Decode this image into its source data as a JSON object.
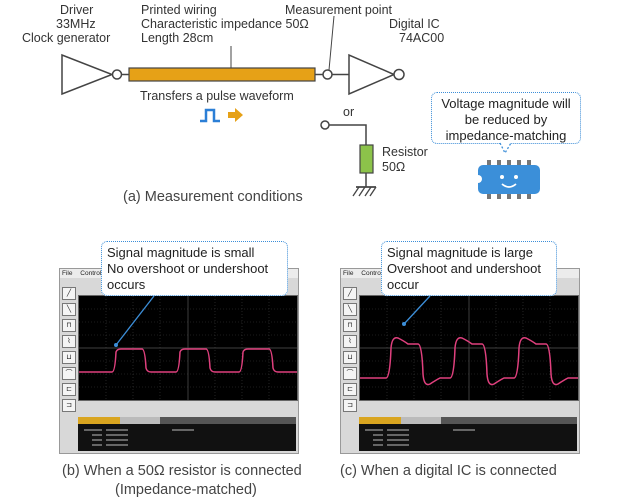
{
  "conditions": {
    "driver_lines": [
      "Driver",
      "33MHz",
      "Clock generator"
    ],
    "wiring_lines": [
      "Printed wiring",
      "Characteristic impedance 50Ω",
      "Length 28cm"
    ],
    "measurement_point": "Measurement point",
    "ic_lines": [
      "Digital IC",
      "74AC00"
    ],
    "pulse_label": "Transfers a pulse waveform",
    "or_label": "or",
    "resistor_lines": [
      "Resistor",
      "50Ω"
    ],
    "callout_lines": [
      "Voltage magnitude will",
      "be reduced by",
      "impedance-matching"
    ],
    "caption": "(a) Measurement conditions",
    "colors": {
      "wire": "#e6a117",
      "callout_border": "#3c8ed8",
      "resistor": "#8cc34a",
      "chip": "#3b8fd9",
      "trace": "#e0407e"
    }
  },
  "scopes": [
    {
      "callout_lines": [
        "Signal magnitude is small",
        "No overshoot or undershoot",
        "occurs"
      ],
      "caption_lines": [
        "(b) When a 50Ω resistor is connected",
        "(Impedance-matched)"
      ],
      "menu": [
        "File",
        "Control"
      ]
    },
    {
      "callout_lines": [
        "Signal magnitude is large",
        "Overshoot and undershoot",
        "occur"
      ],
      "caption_lines": [
        "(c) When a digital IC is connected"
      ],
      "menu": [
        "File",
        "Control"
      ]
    }
  ]
}
